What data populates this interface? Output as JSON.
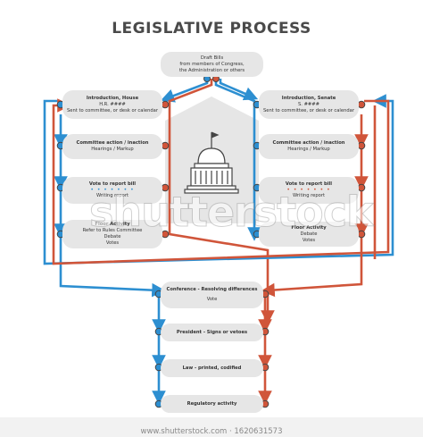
{
  "title": "LEGISLATIVE PROCESS",
  "draft": {
    "line1": "Draft Bills",
    "line2": "from members of Congress,",
    "line3": "the Administration or others"
  },
  "house": {
    "intro1": "Introduction, House",
    "intro2": "H.R. ####",
    "intro3": "Sent to committee, or desk or calendar",
    "committee1": "Committee action / inaction",
    "committee2": "Hearings / Markup",
    "vote1": "Vote to report bill",
    "vote_dots": "• • • • • • •",
    "vote2": "Writing report",
    "floor1": "Floor Activity",
    "floor2": "Refer to Rules Committee",
    "floor3": "Debate",
    "floor4": "Votes"
  },
  "senate": {
    "intro1": "Introduction, Senate",
    "intro2": "S. ####",
    "intro3": "Sent to committee, or desk or calendar",
    "committee1": "Committee action / inaction",
    "committee2": "Hearings / Markup",
    "vote1": "Vote to report bill",
    "vote_dots": "• • • • • • •",
    "vote2": "Writing report",
    "floor1": "Floor Activity",
    "floor2": "Debate",
    "floor3": "Votes"
  },
  "conference": {
    "line1": "Conference - Resolving differences",
    "line2": "Vote"
  },
  "president": "President - Signs or vetoes",
  "law": "Law - printed, codified",
  "regulatory": "Regulatory activity",
  "watermark": "shutterstock",
  "footer": "www.shutterstock.com · 1620631573",
  "colors": {
    "house": "#2d8fd1",
    "senate": "#d0553a",
    "box": "#e6e6e6",
    "capitol": "#9a9a9a"
  }
}
